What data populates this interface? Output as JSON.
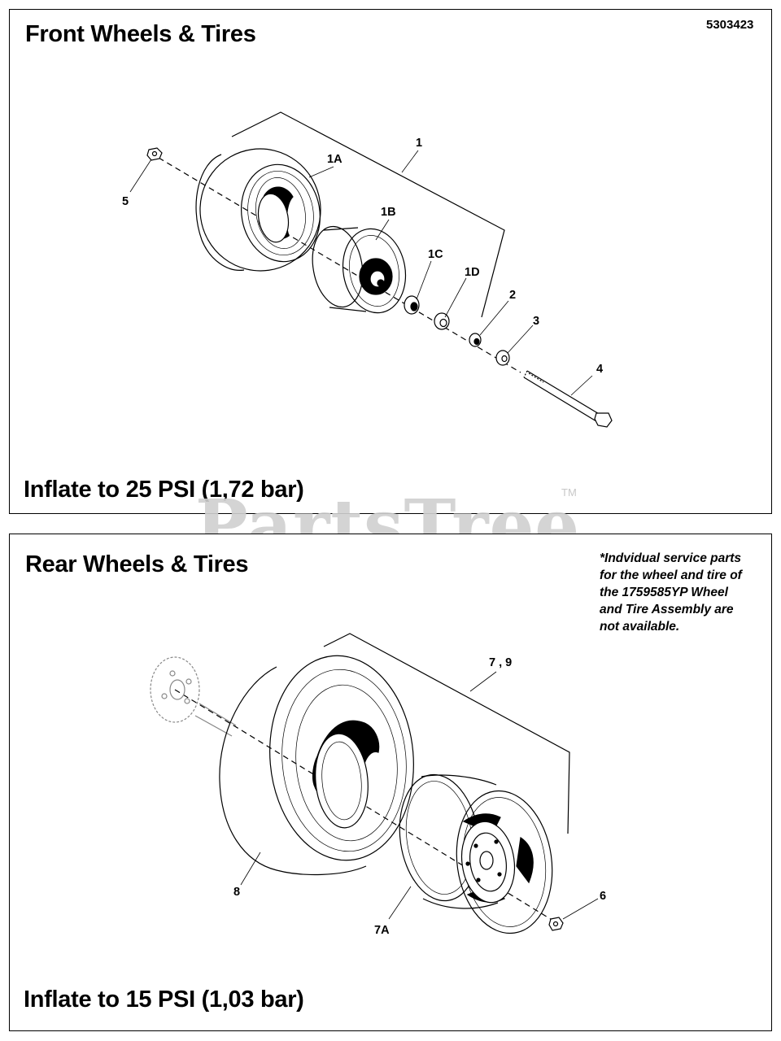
{
  "front": {
    "title": "Front Wheels & Tires",
    "part_number": "5303423",
    "inflate": "Inflate to 25 PSI (1,72 bar)",
    "callouts": {
      "c1": "1",
      "c1a": "1A",
      "c1b": "1B",
      "c1c": "1C",
      "c1d": "1D",
      "c2": "2",
      "c3": "3",
      "c4": "4",
      "c5": "5"
    }
  },
  "rear": {
    "title": "Rear Wheels & Tires",
    "note": "*Indvidual service parts\nfor the wheel and tire of\nthe 1759585YP Wheel\nand Tire Assembly are\nnot available.",
    "inflate": "Inflate to 15 PSI (1,03 bar)",
    "callouts": {
      "c79": "7 , 9",
      "c8": "8",
      "c7a": "7A",
      "c6": "6"
    }
  },
  "watermark": {
    "text": "PartsTree",
    "tm": "TM"
  }
}
